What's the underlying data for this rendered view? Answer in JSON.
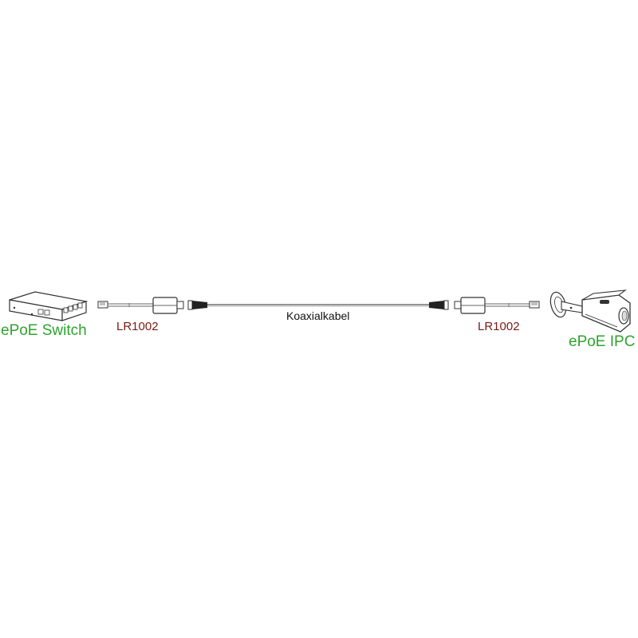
{
  "diagram": {
    "left_device": {
      "label": "ePoE Switch",
      "icon": "network-switch-icon"
    },
    "left_adapter": {
      "label": "LR1002",
      "icon": "ethernet-to-coax-adapter-icon"
    },
    "cable": {
      "label": "Koaxialkabel",
      "icon": "coaxial-cable-icon"
    },
    "right_adapter": {
      "label": "LR1002",
      "icon": "ethernet-to-coax-adapter-icon"
    },
    "right_device": {
      "label": "ePoE IPC",
      "icon": "bullet-camera-icon"
    },
    "colors": {
      "device_label": "#2ea32e",
      "adapter_label": "#7a1a12",
      "cable_label": "#111111",
      "line_art": "#333333"
    }
  }
}
